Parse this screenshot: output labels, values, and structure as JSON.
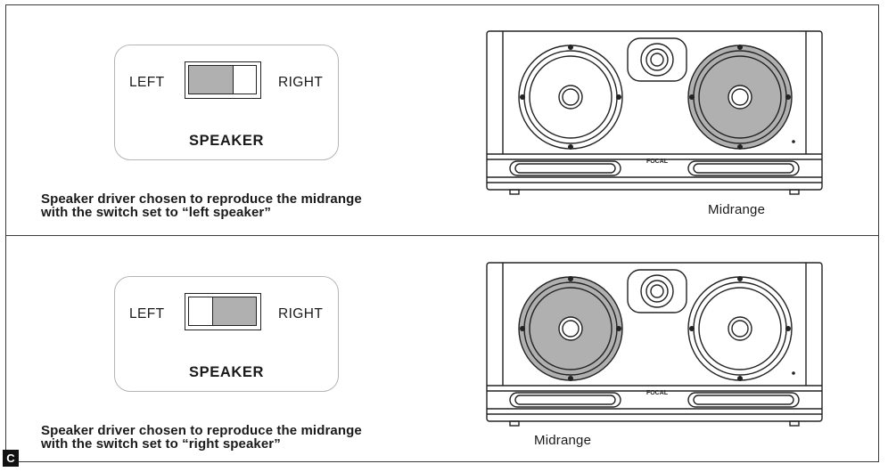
{
  "panels": [
    {
      "switch": {
        "left_label": "LEFT",
        "right_label": "RIGHT",
        "title": "SPEAKER",
        "position": "left"
      },
      "caption": {
        "line1": "Speaker driver chosen to reproduce the midrange",
        "line2": "with the switch set to “left speaker”"
      },
      "speaker": {
        "brand": "FOCAL",
        "highlighted_driver": "right"
      },
      "midrange_label": "Midrange"
    },
    {
      "switch": {
        "left_label": "LEFT",
        "right_label": "RIGHT",
        "title": "SPEAKER",
        "position": "right"
      },
      "caption": {
        "line1": "Speaker driver chosen to reproduce the midrange",
        "line2": "with the switch set to “right speaker”"
      },
      "speaker": {
        "brand": "FOCAL",
        "highlighted_driver": "left"
      },
      "midrange_label": "Midrange"
    }
  ],
  "corner_badge": "C",
  "colors": {
    "highlight": "#b0b0b0",
    "line": "#222222"
  }
}
